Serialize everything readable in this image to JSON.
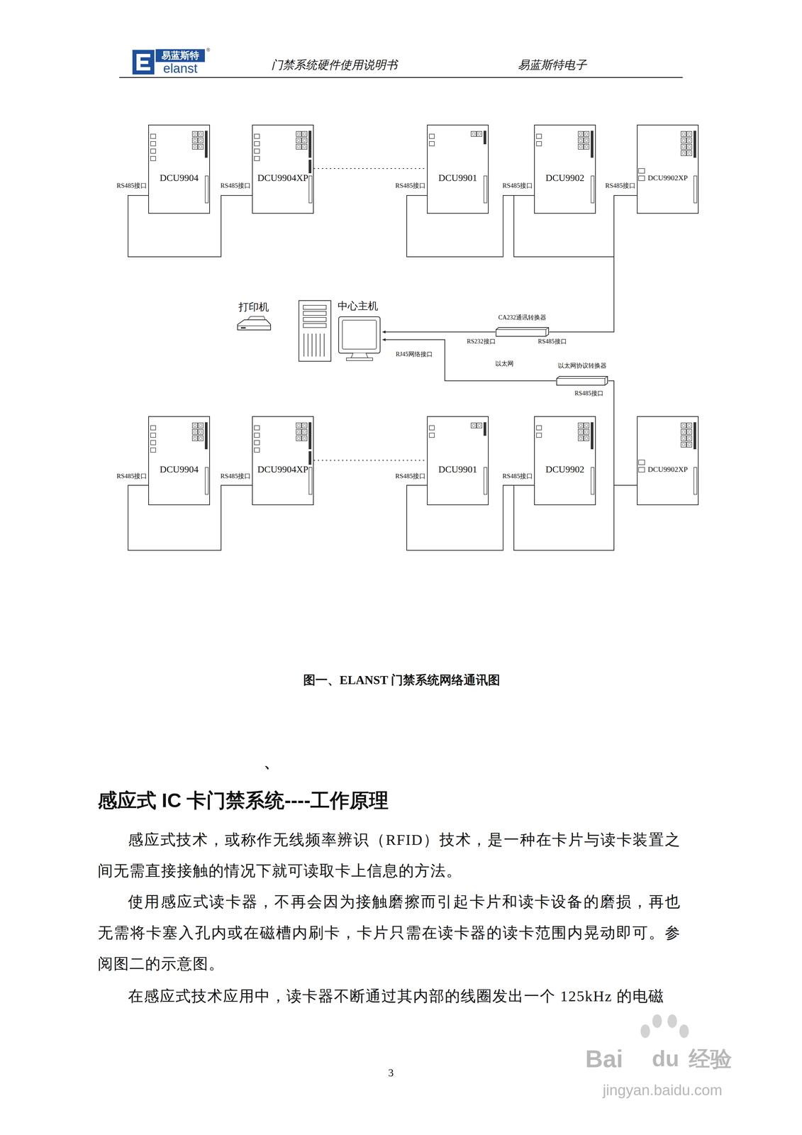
{
  "diagram": {
    "caption": "图一、ELANST 门禁系统网络通讯图",
    "nodes": [
      {
        "text": [
          "DCU9904"
        ]
      },
      {
        "text": [
          "DCU9904XP"
        ]
      },
      {
        "text": [
          "DCU9901"
        ]
      },
      {
        "text": [
          "DCU9902"
        ]
      },
      {
        "text": [
          "DCU9902XP"
        ]
      },
      {
        "text": [
          "打印机"
        ]
      },
      {
        "text": [
          "中心主机"
        ]
      },
      {
        "text": [
          "CA232通讯转换器"
        ]
      },
      {
        "text": [
          "以太网协议转换器"
        ]
      },
      {
        "text": [
          "DCU9904"
        ]
      },
      {
        "text": [
          "DCU9904XP"
        ]
      },
      {
        "text": [
          "DCU9901"
        ]
      },
      {
        "text": [
          "DCU9902"
        ]
      },
      {
        "text": [
          "DCU9902XP"
        ]
      }
    ],
    "edges": [
      {
        "from": 0,
        "to": 1,
        "arrow": "none"
      },
      {
        "from": 1,
        "to": 2,
        "arrow": "none"
      },
      {
        "from": 2,
        "to": 3,
        "arrow": "none"
      },
      {
        "from": 3,
        "to": 4,
        "arrow": "none"
      },
      {
        "from": 4,
        "to": 7,
        "arrow": "none"
      },
      {
        "from": 7,
        "to": 6,
        "arrow": "to"
      },
      {
        "from": 8,
        "to": 6,
        "label": "以太网",
        "arrow": "to"
      },
      {
        "from": 8,
        "to": 13,
        "arrow": "none"
      },
      {
        "from": 9,
        "to": 10,
        "arrow": "none"
      },
      {
        "from": 10,
        "to": 11,
        "arrow": "none"
      },
      {
        "from": 11,
        "to": 12,
        "arrow": "none"
      },
      {
        "from": 12,
        "to": 13,
        "arrow": "none"
      }
    ],
    "labels": [
      "易蓝斯特",
      "elanst",
      "®",
      "门禁系统硬件使用说明书",
      "易蓝斯特电子",
      "RS485接口",
      "RS485接口",
      "RS485接口",
      "RS485接口",
      "RS485接口",
      "RS232接口",
      "RS485接口",
      "RJ45网络接口",
      "RS485接口",
      "RS485接口",
      "RS485接口",
      "RS485接口",
      "RS485接口",
      "、",
      "感应式 IC 卡门禁系统----工作原理",
      "感应式技术，或称作无线频率辨识（RFID）技术，是一种在卡片与读卡装置之间无需直接接触的情况下就可读取卡上信息的方法。",
      "使用感应式读卡器，不再会因为接触磨擦而引起卡片和读卡设备的磨损，再也无需将卡塞入孔内或在磁槽内刷卡，卡片只需在读卡器的读卡范围内晃动即可。参阅图二的示意图。",
      "在感应式技术应用中，读卡器不断通过其内部的线圈发出一个 125kHz 的电磁",
      "3",
      "Bai",
      "du",
      "经验",
      "jingyan.baidu.com"
    ]
  }
}
